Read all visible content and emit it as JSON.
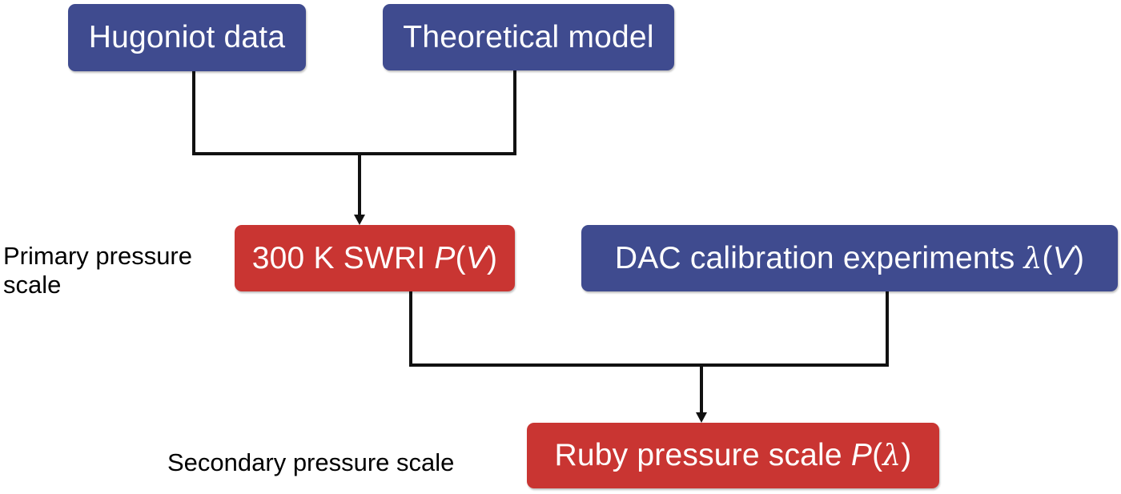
{
  "diagram": {
    "nodes": {
      "hugoniot": {
        "text": "Hugoniot data",
        "color": "#3f4b8f"
      },
      "theory": {
        "text": "Theoretical model",
        "color": "#3f4b8f"
      },
      "swri": {
        "prefix": "300 K SWRI ",
        "func": "P",
        "open": "(",
        "arg": "V",
        "close": ")",
        "color": "#c93532"
      },
      "dac": {
        "prefix": "DAC calibration experiments ",
        "func": "λ",
        "open": "(",
        "arg": "V",
        "close": ")",
        "color": "#3f4b8f"
      },
      "ruby": {
        "prefix": "Ruby pressure scale ",
        "func": "P",
        "open": "(",
        "arg": "λ",
        "close": ")",
        "color": "#c93532"
      }
    },
    "labels": {
      "primary_line1": "Primary pressure",
      "primary_line2": "scale",
      "secondary": "Secondary pressure scale"
    },
    "edges": [
      {
        "from": [
          "hugoniot",
          "theory"
        ],
        "to": "swri"
      },
      {
        "from": [
          "swri",
          "dac"
        ],
        "to": "ruby"
      }
    ]
  }
}
